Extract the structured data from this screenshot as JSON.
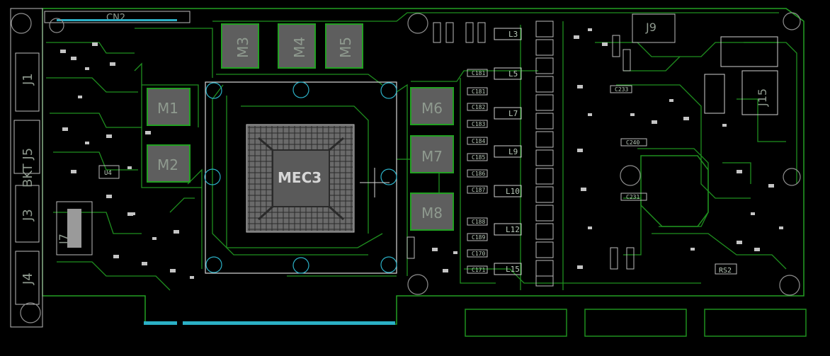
{
  "board": {
    "colors": {
      "background": "#000000",
      "trace": "#1f8f1f",
      "outline": "#22a022",
      "silk": "#d0d0d0",
      "pad": "#bfbfbf",
      "via_ring": "#29a3b3",
      "accent_cyan": "#2bb0c6"
    },
    "labels": {
      "cn2": "CN2",
      "j1": "J1",
      "bkt_j5": "BKT J5",
      "j3": "J3",
      "j4": "J4",
      "j7": "J7",
      "j9": "J9",
      "j15": "J15",
      "u4": "U4",
      "gpu": "MEC3",
      "mem_m1": "M1",
      "mem_m2": "M2",
      "mem_m3": "M3",
      "mem_m4": "M4",
      "mem_m5": "M5",
      "mem_m6": "M6",
      "mem_m7": "M7",
      "mem_m8": "M8",
      "ind_l3": "L3",
      "ind_l5": "L5",
      "ind_l7": "L7",
      "ind_l9": "L9",
      "ind_l10": "L10",
      "ind_l12": "L12",
      "ind_l15": "L15",
      "cap_c181": "C181",
      "cap_c182": "C182",
      "cap_c183": "C183",
      "cap_c184": "C184",
      "cap_c185": "C185",
      "cap_c186": "C186",
      "cap_c187": "C187",
      "cap_c188": "C188",
      "cap_c189": "C189",
      "cap_c170": "C170",
      "cap_c171": "C171",
      "cap_c233": "C233",
      "cap_c240": "C240",
      "cap_c231": "C231",
      "rs2": "RS2"
    }
  }
}
